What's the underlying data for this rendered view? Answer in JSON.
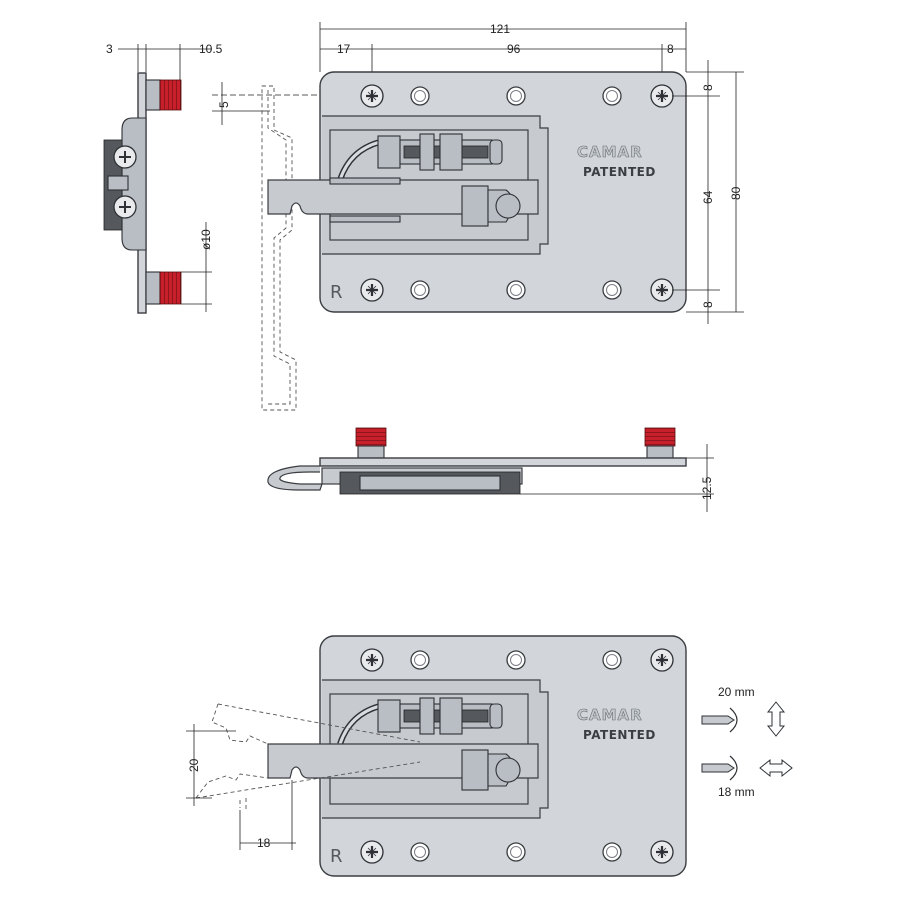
{
  "diagram": {
    "brand": "CAMAR",
    "patent_label": "PATENTED",
    "r_mark": "R",
    "dimensions": {
      "side_left": "3",
      "side_right": "10.5",
      "thread_offset": "5",
      "stud_dia": "ø10",
      "overall_width": "121",
      "left_margin": "17",
      "hole_spacing": "96",
      "right_margin": "8",
      "top_margin": "8",
      "hole_vertical": "64",
      "overall_height": "80",
      "bottom_margin": "8",
      "thickness": "12.5",
      "vertical_adjust": "20",
      "horizontal_adjust": "18"
    },
    "adjustments": {
      "vertical_label": "20 mm",
      "horizontal_label": "18 mm"
    },
    "colors": {
      "plate": "#d2d6da",
      "thread_red": "#c8202a",
      "outline": "#3a3d41"
    }
  }
}
